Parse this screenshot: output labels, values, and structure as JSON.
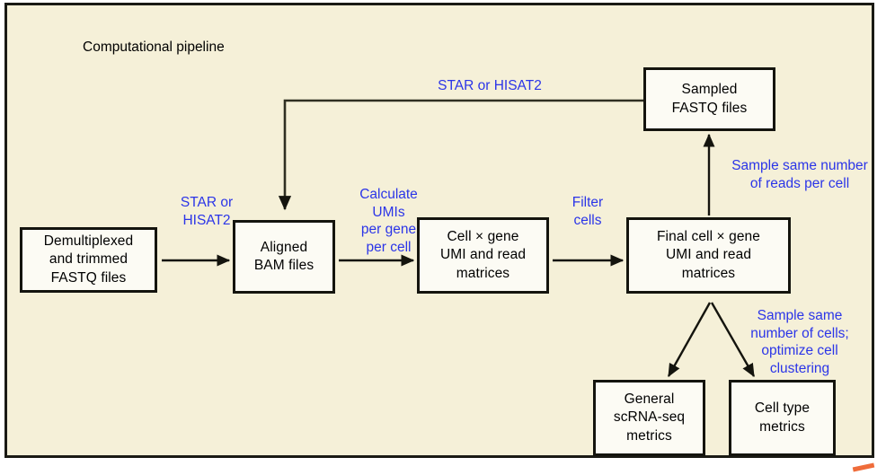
{
  "figure": {
    "title": "Computational pipeline",
    "background_color": "#f5f0d8",
    "node_fill_color": "#fcfbf4",
    "node_border_color": "#14140e",
    "annotation_color": "#2b35e8",
    "accent_mark_color": "#ef6c3a"
  },
  "nodes": [
    {
      "id": "demultiplexed",
      "label": "Demultiplexed\nand trimmed\nFASTQ files"
    },
    {
      "id": "aligned_bam",
      "label": "Aligned\nBAM files"
    },
    {
      "id": "cell_gene",
      "label": "Cell × gene\nUMI and read\nmatrices"
    },
    {
      "id": "final_cell_gene",
      "label": "Final cell × gene\nUMI and read\nmatrices"
    },
    {
      "id": "sampled_fastq",
      "label": "Sampled\nFASTQ files"
    },
    {
      "id": "general_metrics",
      "label": "General\nscRNA-seq\nmetrics"
    },
    {
      "id": "cell_type_metrics",
      "label": "Cell type\nmetrics"
    }
  ],
  "annotations": [
    {
      "id": "star_hisat2_main",
      "label": "STAR or\nHISAT2"
    },
    {
      "id": "calculate_umis",
      "label": "Calculate UMIs\nper gene\nper cell"
    },
    {
      "id": "filter_cells",
      "label": "Filter\ncells"
    },
    {
      "id": "star_hisat2_top",
      "label": "STAR or HISAT2"
    },
    {
      "id": "sample_reads",
      "label": "Sample same number\nof reads per cell"
    },
    {
      "id": "sample_cells",
      "label": "Sample same\nnumber of cells;\noptimize cell\nclustering"
    }
  ],
  "edges": [
    {
      "id": "demultiplexed-to-aligned",
      "from": "demultiplexed",
      "to": "aligned_bam",
      "label": "STAR or HISAT2"
    },
    {
      "id": "aligned-to-cellgene",
      "from": "aligned_bam",
      "to": "cell_gene",
      "label": "Calculate UMIs per gene per cell"
    },
    {
      "id": "cellgene-to-final",
      "from": "cell_gene",
      "to": "final_cell_gene",
      "label": "Filter cells"
    },
    {
      "id": "final-to-sampled",
      "from": "final_cell_gene",
      "to": "sampled_fastq",
      "label": "Sample same number of reads per cell"
    },
    {
      "id": "sampled-to-aligned",
      "from": "sampled_fastq",
      "to": "aligned_bam",
      "label": "STAR or HISAT2"
    },
    {
      "id": "final-to-general-metrics",
      "from": "final_cell_gene",
      "to": "general_metrics",
      "label": ""
    },
    {
      "id": "final-to-celltype-metrics",
      "from": "final_cell_gene",
      "to": "cell_type_metrics",
      "label": "Sample same number of cells; optimize cell clustering"
    }
  ]
}
